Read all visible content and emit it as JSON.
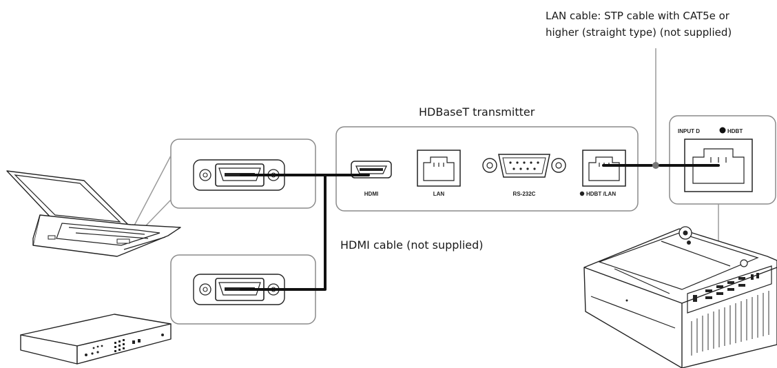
{
  "labels": {
    "lan_cable_line1": "LAN cable: STP cable with CAT5e or",
    "lan_cable_line2": "higher (straight type) (not supplied)",
    "transmitter": "HDBaseT transmitter",
    "hdmi_cable": "HDMI cable (not supplied)"
  },
  "ports": {
    "hdmi": "HDMI",
    "lan": "LAN",
    "rs232c": "RS-232C",
    "hdbt_lan": "HDBT /LAN",
    "input_d": "INPUT D",
    "input_d_logo": "HDBT"
  },
  "devices": [
    {
      "name": "laptop-computer-icon"
    },
    {
      "name": "av-player-icon"
    },
    {
      "name": "projector-icon"
    }
  ],
  "colors": {
    "cable": "#111111",
    "callout_border": "#8a8a8a",
    "leader_line": "#9a9a9a"
  }
}
